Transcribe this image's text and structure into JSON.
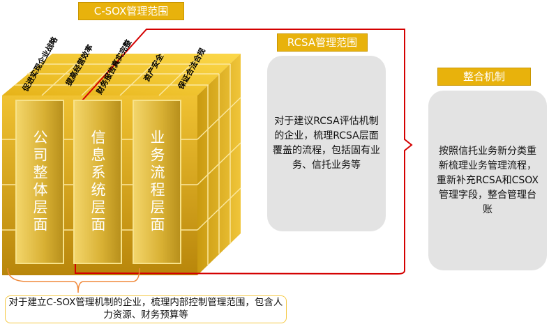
{
  "titles": {
    "csox": "C-SOX管理范围",
    "rcsa": "RCSA管理范围",
    "integration": "整合机制"
  },
  "cube": {
    "top_labels": [
      "促进实现企业战略",
      "提高经营效率",
      "财务报告真实完整",
      "资产安全",
      "保证合法合规"
    ],
    "front_panels": [
      "公司整体层面",
      "信息系统层面",
      "业务流程层面"
    ]
  },
  "rcsa_desc": "对于建议RCSA评估机制的企业，梳理RCSA层面覆盖的流程，包括固有业务、信托业务等",
  "integration_desc": "按照信托业务新分类重新梳理业务管理流程，重新补充RCSA和CSOX管理字段，整合管理台账",
  "csox_desc": "对于建立C-SOX管理机制的企业，梳理内部控制管理范围，包含人力资源、财务预算等",
  "colors": {
    "gold": "#e8b20c",
    "red": "#d40000",
    "orange": "#f08a3c",
    "grey": "#e3e3e3"
  }
}
